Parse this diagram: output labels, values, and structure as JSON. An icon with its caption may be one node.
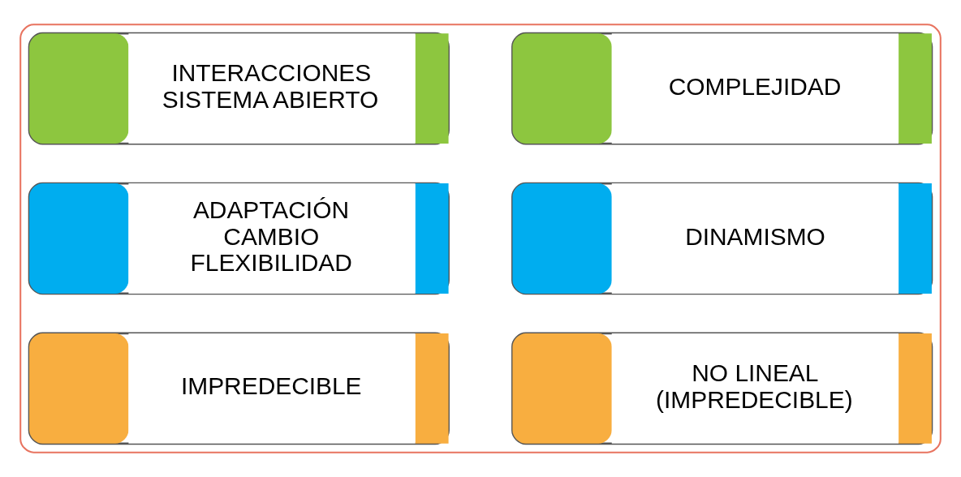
{
  "diagram": {
    "nodes": [
      {
        "text": [],
        "shape": "box"
      },
      {
        "text": [
          "INTERACCIONES SISTEMA ABIERTO"
        ],
        "in": 0
      },
      {
        "text": [
          "COMPLEJIDAD"
        ],
        "in": 0
      },
      {
        "text": [
          "ADAPTACIÓN CAMBIO FLEXIBILIDAD"
        ],
        "in": 0
      },
      {
        "text": [
          "DINAMISMO"
        ],
        "in": 0
      },
      {
        "text": [
          "IMPREDECIBLE"
        ],
        "in": 0
      },
      {
        "text": [
          "NO LINEAL (IMPREDECIBLE)"
        ],
        "in": 0
      }
    ]
  }
}
